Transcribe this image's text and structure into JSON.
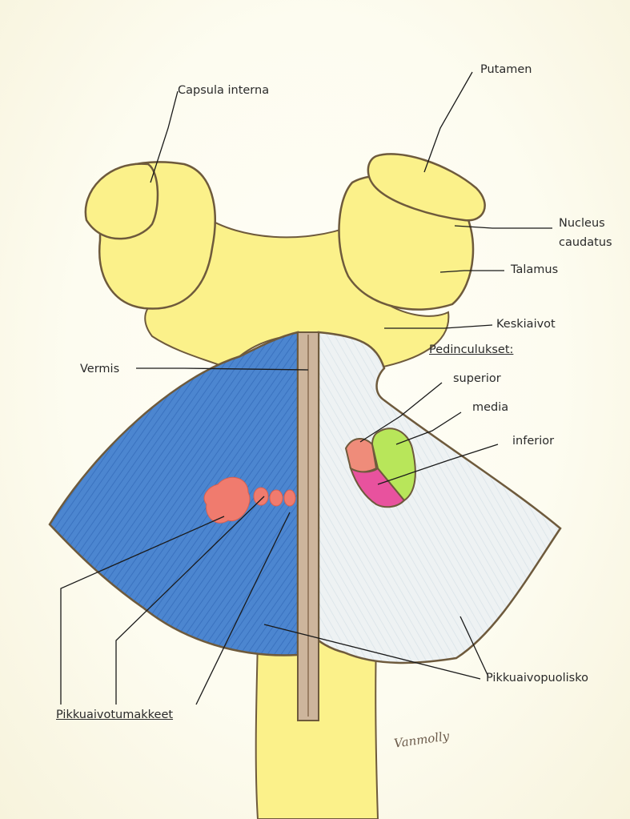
{
  "labels": {
    "capsula_interna": "Capsula interna",
    "putamen": "Putamen",
    "nucleus": "Nucleus",
    "caudatus": "caudatus",
    "talamus": "Talamus",
    "keskiaivot": "Keskiaivot",
    "pedinculukset": "Pedinculukset:",
    "superior": "superior",
    "media": "media",
    "inferior": "inferior",
    "vermis": "Vermis",
    "pikkuaivotumakkeet": "Pikkuaivotumakkeet",
    "pikkuaivopuolisko": "Pikkuaivopuolisko"
  },
  "signature": "Vanmolly",
  "colors": {
    "brainstem": "#fbf18a",
    "outline": "#6e5a3c",
    "hemisphere_left": "#4c86d0",
    "hemisphere_right": "#e9eef0",
    "nuclei": "#f07b6e",
    "peduncle_superior": "#ef8c7a",
    "peduncle_media": "#b8e65a",
    "peduncle_inferior": "#e8529e",
    "leader_line": "#1a1a1a"
  }
}
